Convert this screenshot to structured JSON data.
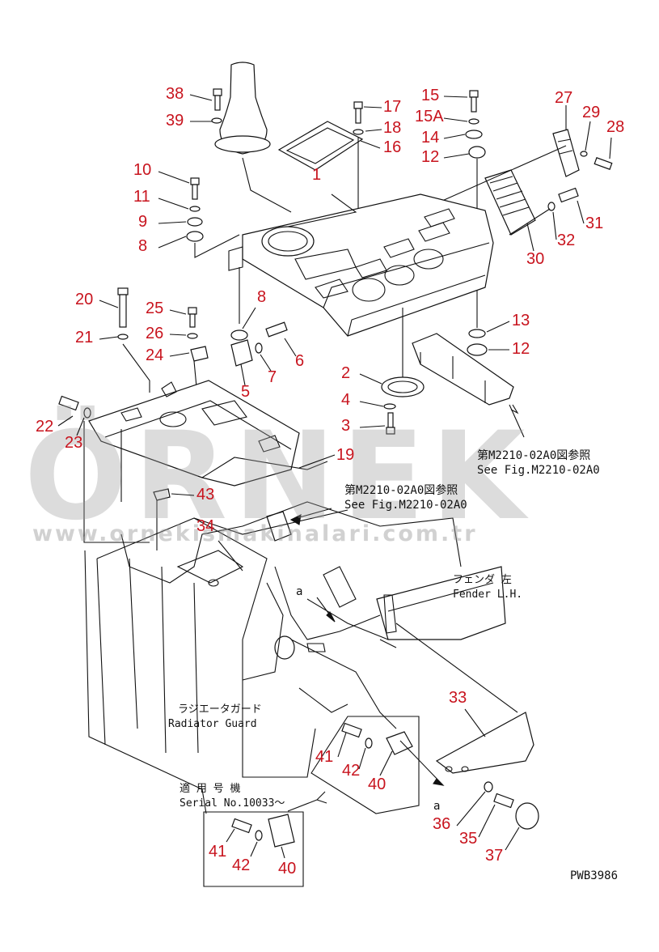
{
  "drawing_code": "PWB3986",
  "watermark": {
    "brand": "ÖRNEK",
    "url": "www.ornekismakinalari.com.tr"
  },
  "labels": {
    "see_fig_1_jp": "第M2210-02A0図参照",
    "see_fig_1_en": "See Fig.M2210-02A0",
    "see_fig_2_jp": "第M2210-02A0図参照",
    "see_fig_2_en": "See Fig.M2210-02A0",
    "fender_jp": "フェンダ 左",
    "fender_en": "Fender L.H.",
    "radiator_jp": "ラジエータガード",
    "radiator_en": "Radiator Guard",
    "serial_jp": "適 用 号 機",
    "serial_en": "Serial No.10033～",
    "detail_a": "a"
  },
  "part_numbers": [
    {
      "id": "38",
      "text": "38"
    },
    {
      "id": "39",
      "text": "39"
    },
    {
      "id": "17",
      "text": "17"
    },
    {
      "id": "18",
      "text": "18"
    },
    {
      "id": "16",
      "text": "16"
    },
    {
      "id": "15",
      "text": "15"
    },
    {
      "id": "15a",
      "text": "15A"
    },
    {
      "id": "14",
      "text": "14"
    },
    {
      "id": "12a",
      "text": "12"
    },
    {
      "id": "27",
      "text": "27"
    },
    {
      "id": "29",
      "text": "29"
    },
    {
      "id": "28",
      "text": "28"
    },
    {
      "id": "1",
      "text": "1"
    },
    {
      "id": "10",
      "text": "10"
    },
    {
      "id": "11",
      "text": "11"
    },
    {
      "id": "9",
      "text": "9"
    },
    {
      "id": "8a",
      "text": "8"
    },
    {
      "id": "31",
      "text": "31"
    },
    {
      "id": "32",
      "text": "32"
    },
    {
      "id": "30",
      "text": "30"
    },
    {
      "id": "20",
      "text": "20"
    },
    {
      "id": "25",
      "text": "25"
    },
    {
      "id": "8b",
      "text": "8"
    },
    {
      "id": "26",
      "text": "26"
    },
    {
      "id": "21",
      "text": "21"
    },
    {
      "id": "24",
      "text": "24"
    },
    {
      "id": "7",
      "text": "7"
    },
    {
      "id": "6",
      "text": "6"
    },
    {
      "id": "13",
      "text": "13"
    },
    {
      "id": "12b",
      "text": "12"
    },
    {
      "id": "5",
      "text": "5"
    },
    {
      "id": "2",
      "text": "2"
    },
    {
      "id": "4",
      "text": "4"
    },
    {
      "id": "22",
      "text": "22"
    },
    {
      "id": "23",
      "text": "23"
    },
    {
      "id": "3",
      "text": "3"
    },
    {
      "id": "19",
      "text": "19"
    },
    {
      "id": "43",
      "text": "43"
    },
    {
      "id": "34",
      "text": "34"
    },
    {
      "id": "33",
      "text": "33"
    },
    {
      "id": "41a",
      "text": "41"
    },
    {
      "id": "42a",
      "text": "42"
    },
    {
      "id": "40a",
      "text": "40"
    },
    {
      "id": "36",
      "text": "36"
    },
    {
      "id": "35",
      "text": "35"
    },
    {
      "id": "37",
      "text": "37"
    },
    {
      "id": "41b",
      "text": "41"
    },
    {
      "id": "42b",
      "text": "42"
    },
    {
      "id": "40b",
      "text": "40"
    }
  ]
}
